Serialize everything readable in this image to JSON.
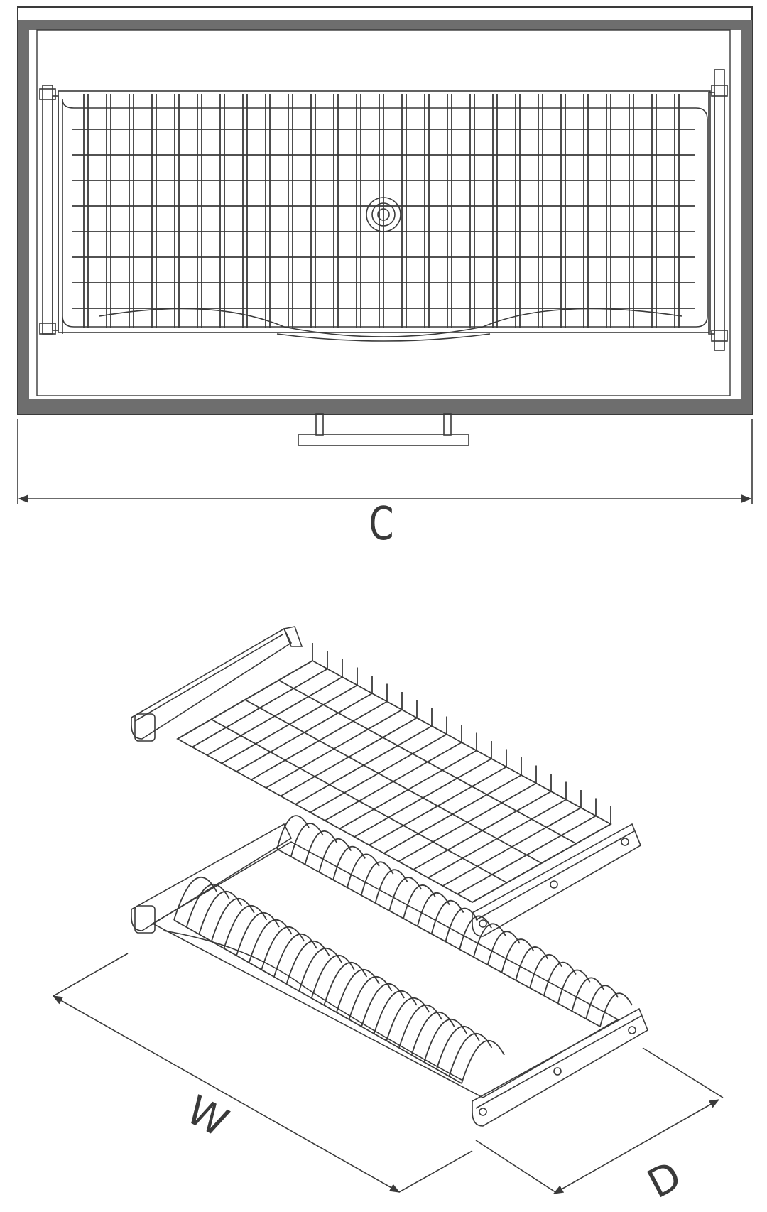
{
  "top_view": {
    "dimension_label": "C"
  },
  "iso_view": {
    "width_label": "W",
    "depth_label": "D"
  },
  "colors": {
    "line": "#3a3a3a",
    "cabinet": "#6e6e6e",
    "background": "#ffffff"
  }
}
